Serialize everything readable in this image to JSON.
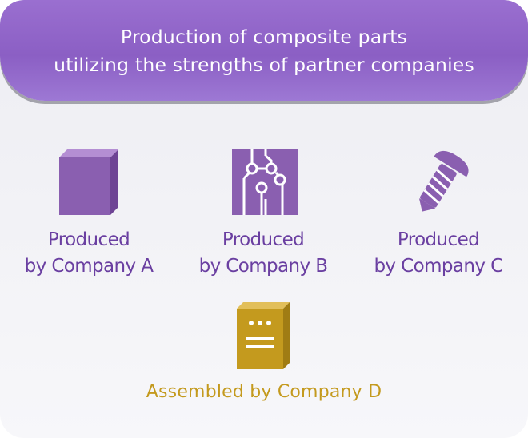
{
  "banner": {
    "line1": "Production of composite parts",
    "line2": "utilizing the strengths of partner companies"
  },
  "parts": [
    {
      "icon": "box-icon",
      "line1": "Produced",
      "line2": "by Company A"
    },
    {
      "icon": "circuit-board-icon",
      "line1": "Produced",
      "line2": "by Company B"
    },
    {
      "icon": "screw-icon",
      "line1": "Produced",
      "line2": "by Company C"
    }
  ],
  "assembly": {
    "icon": "assembled-unit-icon",
    "label": "Assembled by Company D"
  },
  "colors": {
    "banner_purple": "#8b5fc4",
    "text_purple": "#6a3fa1",
    "icon_purple": "#8a5fb0",
    "gold": "#c49a1e"
  }
}
